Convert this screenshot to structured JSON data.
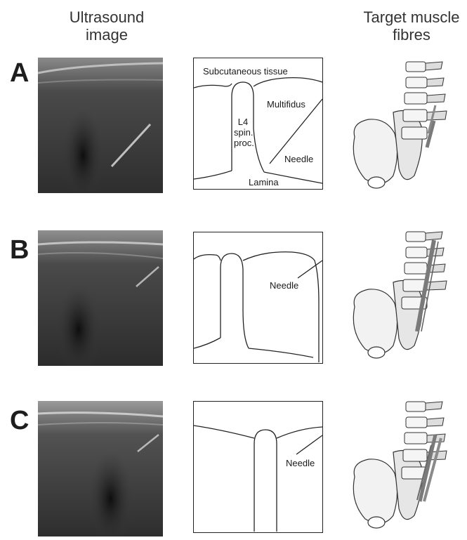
{
  "headers": {
    "ultrasound": "Ultrasound\nimage",
    "target": "Target muscle\nfibres"
  },
  "panels": [
    {
      "letter": "A",
      "labels": {
        "subcutaneous": "Subcutaneous tissue",
        "multifidus": "Multifidus",
        "process": "L4\nspin.\nproc.",
        "needle": "Needle",
        "lamina": "Lamina"
      }
    },
    {
      "letter": "B",
      "labels": {
        "needle": "Needle"
      }
    },
    {
      "letter": "C",
      "labels": {
        "needle": "Needle"
      }
    }
  ],
  "colors": {
    "ultrasound_dark": "#1c1c1c",
    "ultrasound_mid": "#5a5a5a",
    "ultrasound_bright": "#cfcfcf",
    "bone_light": "#eeeeee",
    "muscle_fibre": "#7a7a7a"
  }
}
